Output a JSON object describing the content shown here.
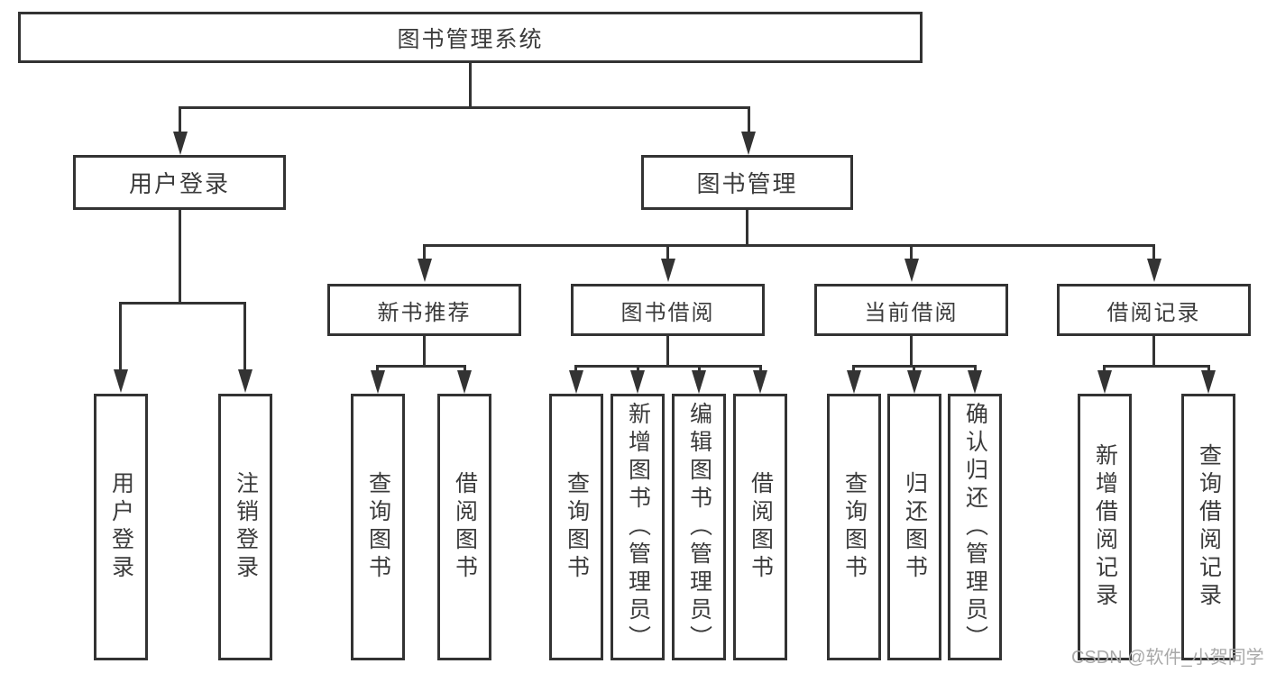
{
  "diagram": {
    "root_label": "图书管理系统",
    "branches": [
      {
        "label": "用户登录",
        "children": [
          "用户登录",
          "注销登录"
        ]
      },
      {
        "label": "图书管理",
        "sections": [
          {
            "label": "新书推荐",
            "children": [
              "查询图书",
              "借阅图书"
            ]
          },
          {
            "label": "图书借阅",
            "children": [
              "查询图书",
              "新增图书（管理员）",
              "编辑图书（管理员）",
              "借阅图书"
            ]
          },
          {
            "label": "当前借阅",
            "children": [
              "查询图书",
              "归还图书",
              "确认归还（管理员）"
            ]
          },
          {
            "label": "借阅记录",
            "children": [
              "新增借阅记录",
              "查询借阅记录"
            ]
          }
        ]
      }
    ]
  },
  "watermark": {
    "text": "CSDN @软件_小贺同学"
  },
  "colors": {
    "line": "#333333",
    "text": "#3b3b3b",
    "background": "#ffffff",
    "watermark": "#a9a9a9"
  }
}
